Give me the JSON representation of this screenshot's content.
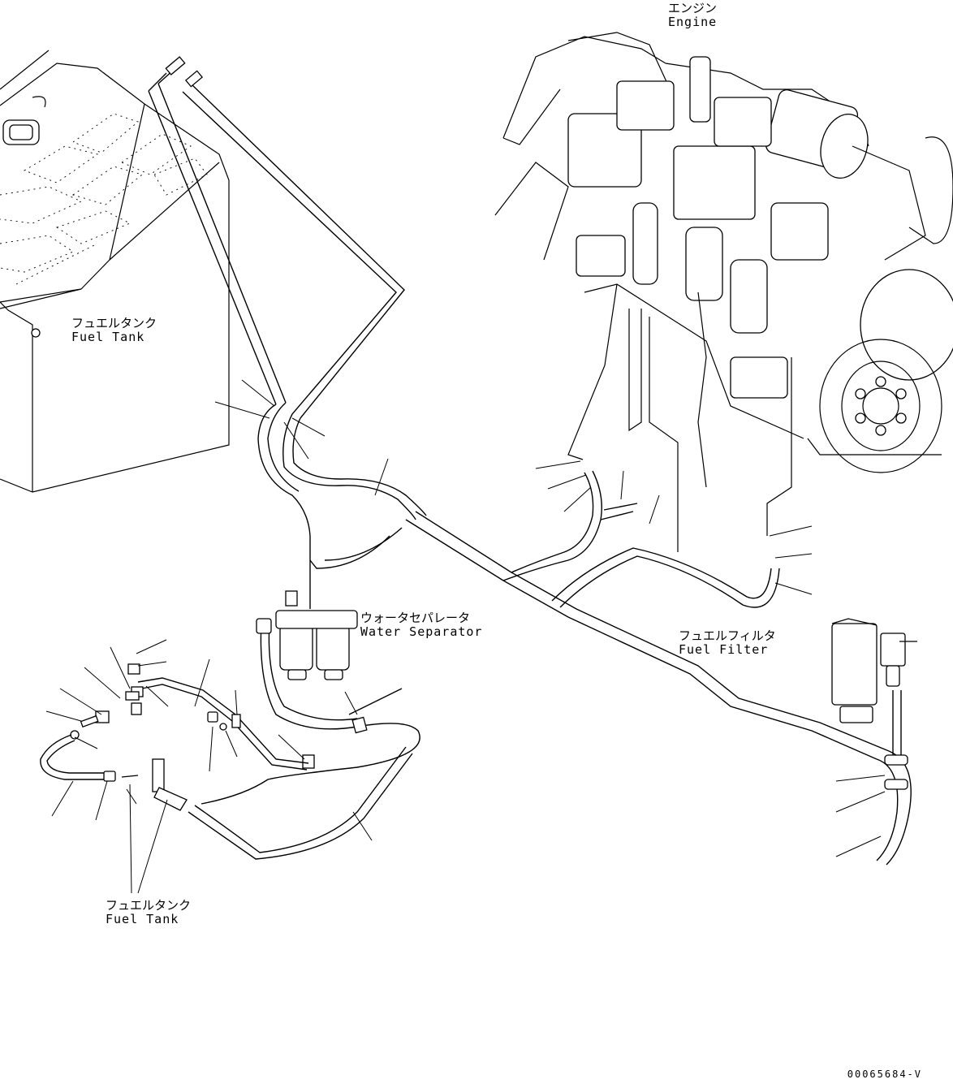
{
  "labels": {
    "engine": {
      "ja": "エンジン",
      "en": "Engine"
    },
    "fuel_tank_top": {
      "ja": "フュエルタンク",
      "en": "Fuel Tank"
    },
    "water_separator": {
      "ja": "ウォータセパレータ",
      "en": "Water Separator"
    },
    "fuel_filter": {
      "ja": "フュエルフィルタ",
      "en": "Fuel Filter"
    },
    "fuel_tank_bottom": {
      "ja": "フュエルタンク",
      "en": "Fuel Tank"
    }
  },
  "drawing_code": "00065684-V"
}
